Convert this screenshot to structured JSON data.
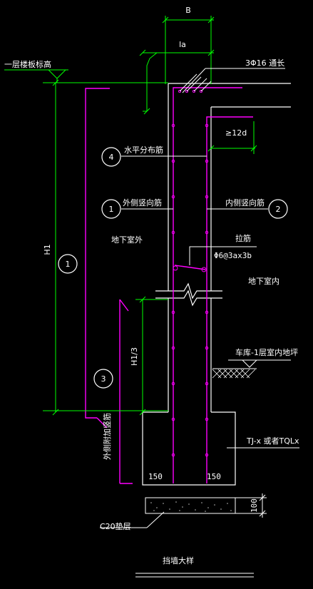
{
  "title": "挡墙大样",
  "labels": {
    "dim_B": "B",
    "dim_la": "la",
    "top_bar": "3Φ16 通长",
    "floor_elev": "一层楼板标高",
    "h1": "H1",
    "h13": "H1/3",
    "min12d": "≥12d",
    "horizontal_bars": "水平分布筋",
    "outer_vertical": "外侧竖向筋",
    "inner_vertical": "内侧竖向筋",
    "outside": "地下室外",
    "inside": "地下室内",
    "tie": "拉筋",
    "tie_spec": "Φ6@3ax3b",
    "garage_floor": "车库-1层室内地坪",
    "foundation": "TJ-x 或者TQLx",
    "cover_left": "150",
    "cover_right": "150",
    "c20": "C20垫层",
    "dim_100": "100",
    "outer_add": "外侧附加竖筋"
  },
  "circles": {
    "c4": "4",
    "c1a": "1",
    "c2": "2",
    "c1b": "1",
    "c3": "3"
  },
  "colors": {
    "background": "#000000",
    "structure": "#ffffff",
    "rebar": "#ff00ff",
    "dimension": "#00ff00",
    "text": "#ffffff"
  }
}
